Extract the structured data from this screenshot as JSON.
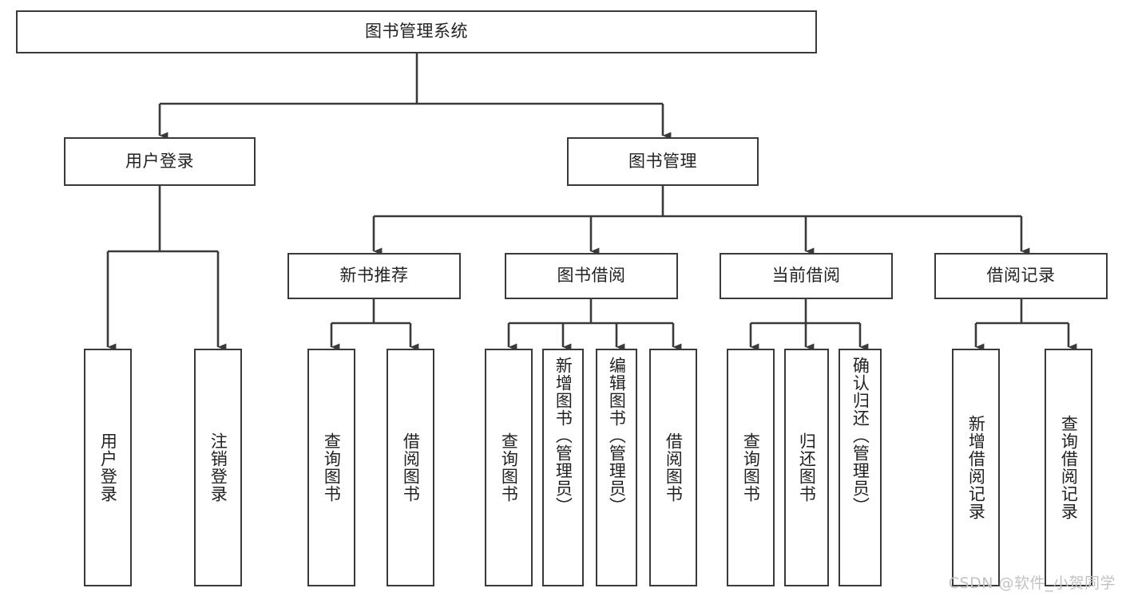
{
  "diagram": {
    "type": "tree",
    "title": "图书管理系统",
    "orientation": "top-down",
    "watermark": "CSDN @软件_小贺同学",
    "colors": {
      "background": "#ffffff",
      "node_border": "#3a3a3a",
      "node_fill": "#ffffff",
      "text": "#222222",
      "connector": "#3a3a3a",
      "watermark": "#c2c2c2"
    },
    "nodes": {
      "root": {
        "label": "图书管理系统"
      },
      "level2": [
        {
          "label": "用户登录"
        },
        {
          "label": "图书管理"
        }
      ],
      "level3": [
        {
          "label": "新书推荐"
        },
        {
          "label": "图书借阅"
        },
        {
          "label": "当前借阅"
        },
        {
          "label": "借阅记录"
        }
      ],
      "leaves": {
        "user_login": [
          {
            "label": "用户登录"
          },
          {
            "label": "注销登录"
          }
        ],
        "new_book_recommend": [
          {
            "label": "查询图书"
          },
          {
            "label": "借阅图书"
          }
        ],
        "book_borrow": [
          {
            "label": "查询图书"
          },
          {
            "label": "新增图书（管理员）"
          },
          {
            "label": "编辑图书（管理员）"
          },
          {
            "label": "借阅图书"
          }
        ],
        "current_borrow": [
          {
            "label": "查询图书"
          },
          {
            "label": "归还图书"
          },
          {
            "label": "确认归还（管理员）"
          }
        ],
        "borrow_record": [
          {
            "label": "新增借阅记录"
          },
          {
            "label": "查询借阅记录"
          }
        ]
      }
    }
  }
}
